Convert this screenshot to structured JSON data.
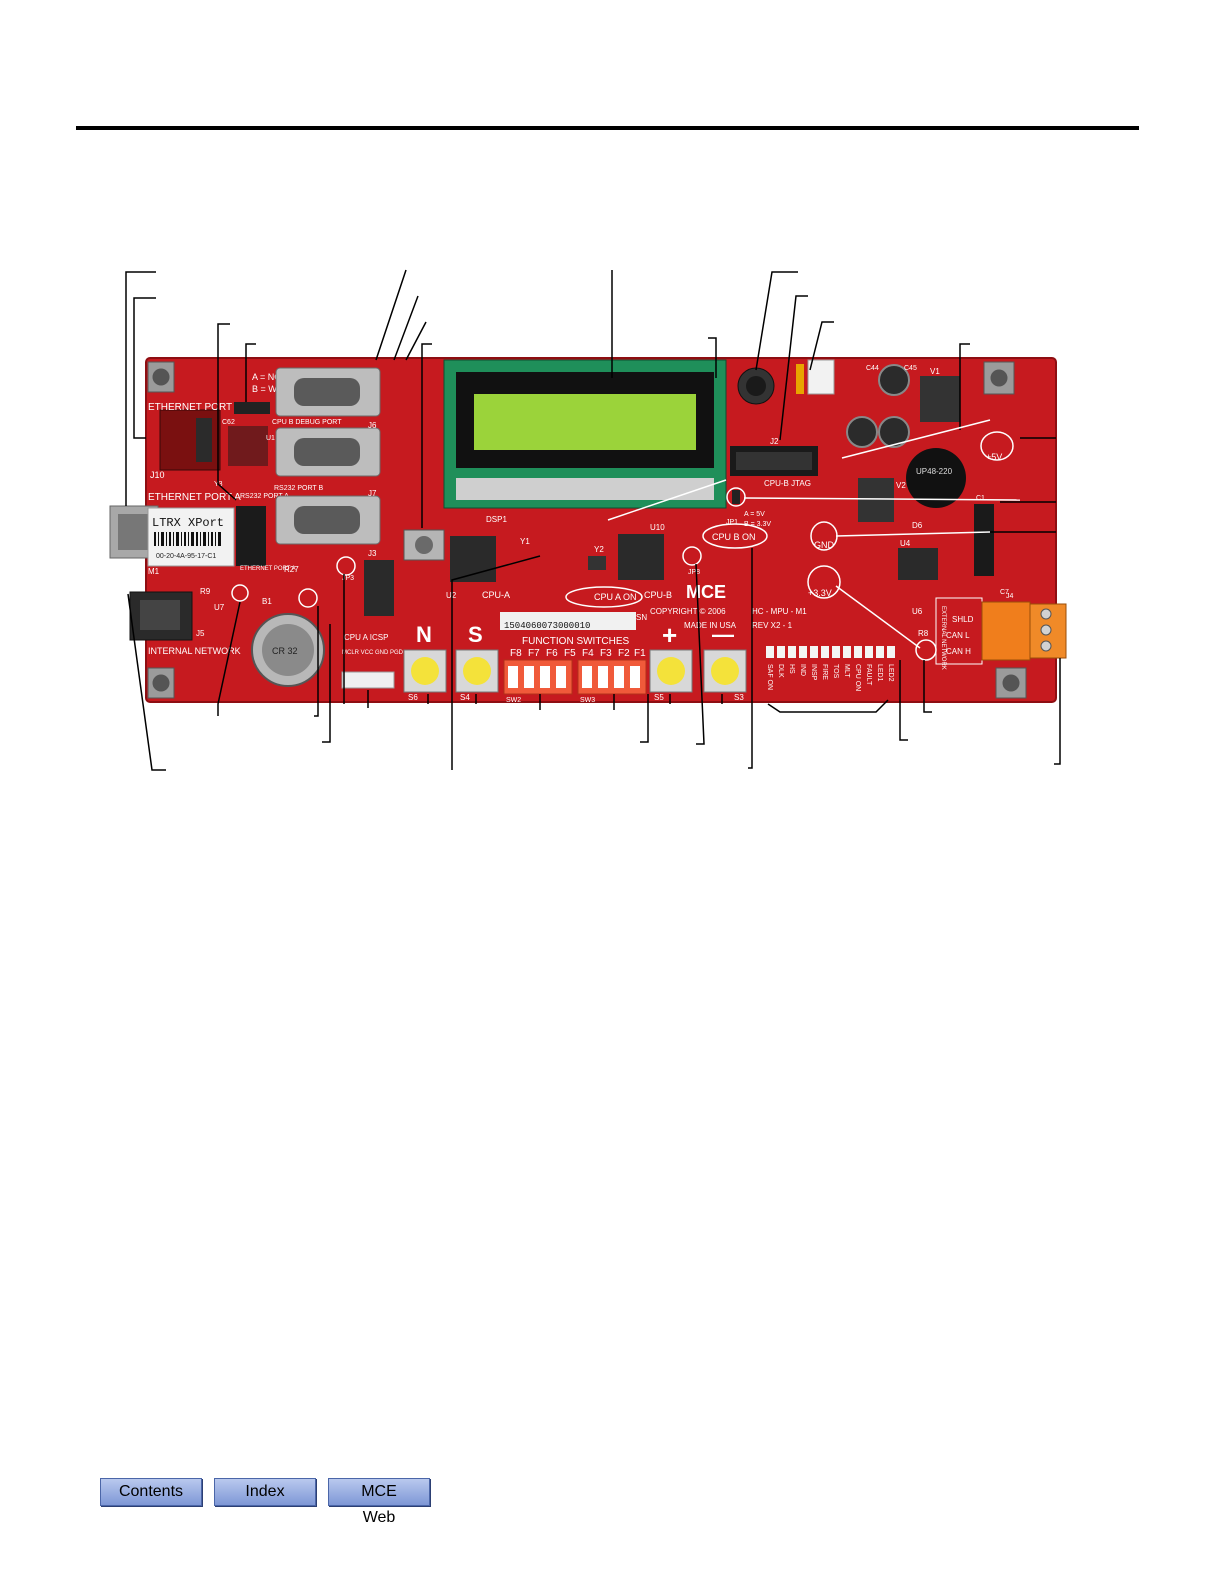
{
  "nav": {
    "contents_label": "Contents",
    "index_label": "Index",
    "web_label": "MCE Web"
  },
  "board": {
    "ethernet_port_b": "ETHERNET PORT B",
    "ethernet_port_a": "ETHERNET PORT A",
    "ltrx_label": "LTRX XPort",
    "mac_label": "00-20-4A-95-17-C1",
    "j10": "J10",
    "rs232_port_a": "RS232 PORT A",
    "ethernet_port_a_short": "ETHERNET PORT A",
    "norm_label": "A = NORM",
    "wol_label": "B = WOL",
    "cpu_b_debug_port": "CPU B DEBUG PORT",
    "rs232_port_b": "RS232 PORT B",
    "j6": "J6",
    "j7": "J7",
    "j3": "J3",
    "internal_network": "INTERNAL NETWORK",
    "j5": "J5",
    "b1": "B1",
    "battery": "CR 32",
    "cpu_a_icsp": "CPU A ICSP",
    "icsp_pins": "MCLR VCC GND PGD PGC",
    "dsp1": "DSP1",
    "cpu_a": "CPU-A",
    "cpu_b": "CPU-B",
    "u2": "U2",
    "u10": "U10",
    "y1": "Y1",
    "y2": "Y2",
    "serial": "1504060073000010",
    "sn": "SN",
    "cpu_a_on": "CPU A ON",
    "cpu_b_on": "CPU B ON",
    "jp1_5v": "A = 5V",
    "jp1_33v": "B = 3.3V",
    "jp1": "JP1",
    "mce": "MCE",
    "copyright": "COPYRIGHT © 2006",
    "made_in": "MADE IN USA",
    "hc_mpu": "HC - MPU - M1",
    "rev": "REV X2 - 1",
    "function_switches": "FUNCTION SWITCHES",
    "switch_labels": [
      "F8",
      "F7",
      "F6",
      "F5",
      "F4",
      "F3",
      "F2",
      "F1"
    ],
    "sw2": "SW2",
    "sw3": "SW3",
    "btn_n": "N",
    "btn_s": "S",
    "btn_plus": "+",
    "btn_minus": "—",
    "s6": "S6",
    "s4": "S4",
    "s5": "S5",
    "s3": "S3",
    "cpu_b_jtag": "CPU-B JTAG",
    "j2": "J2",
    "up48": "UP48-220",
    "v1": "V1",
    "v2": "V2",
    "plus5v": "+5V",
    "gnd": "GND",
    "plus33v": "+3.3V",
    "u4": "U4",
    "u6": "U6",
    "external_network": "EXTERNAL NETWORK",
    "shld": "SHLD",
    "can_l": "CAN L",
    "can_h": "CAN H",
    "j4": "J4",
    "leds": [
      "SAF ON",
      "DLK",
      "HS",
      "IND",
      "INSP",
      "FIRE",
      "TOS",
      "MLT",
      "CPU ON",
      "FAULT",
      "LED1",
      "LED2"
    ],
    "c44": "C44",
    "c45": "C45",
    "d6": "D6",
    "c1": "C1",
    "c7": "C7",
    "r8": "R8",
    "r9": "R9",
    "u7": "U7",
    "m1": "M1",
    "u1": "U1",
    "r27": "R27",
    "jp3": "JP3",
    "jp8": "JP8",
    "y3": "Y3",
    "c62": "C62"
  }
}
